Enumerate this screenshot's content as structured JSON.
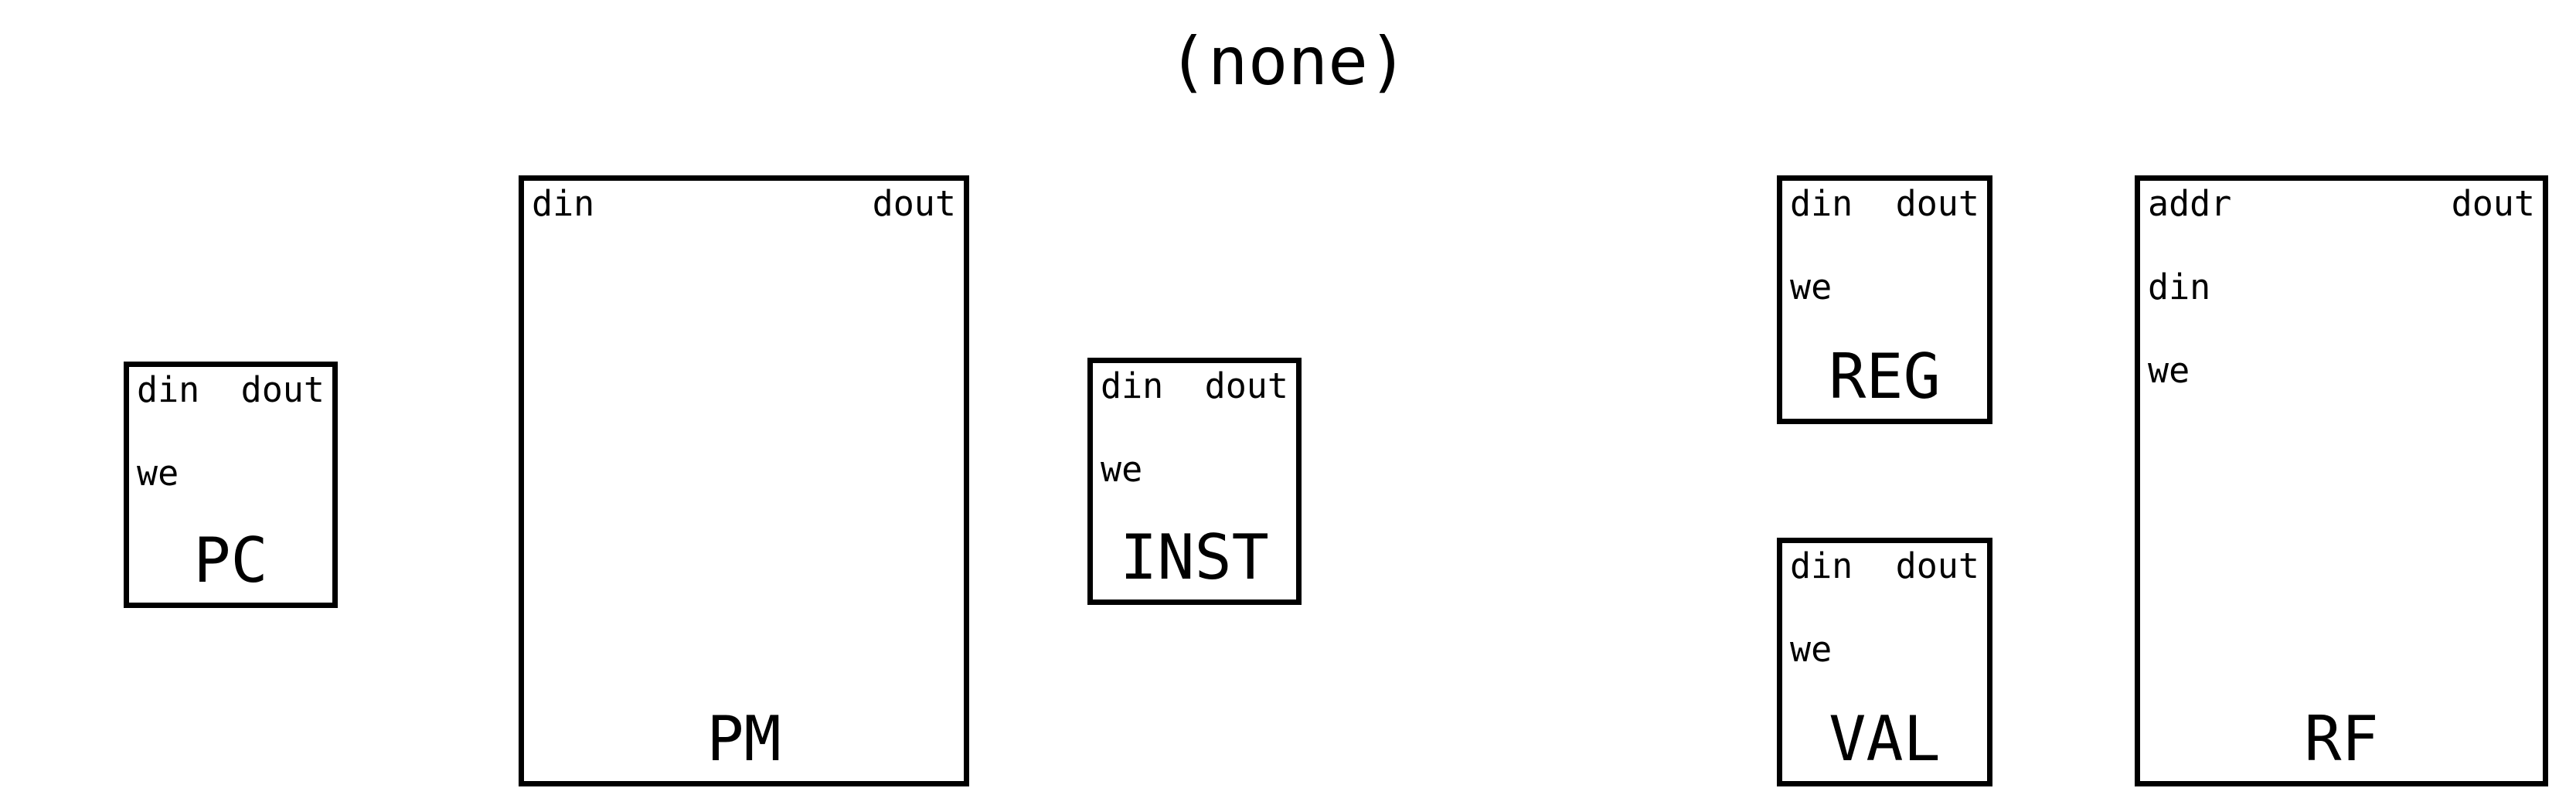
{
  "title": "(none)",
  "blocks": {
    "pc": {
      "name": "PC",
      "ports_left": [
        "din",
        "we"
      ],
      "ports_right": [
        "dout"
      ]
    },
    "pm": {
      "name": "PM",
      "ports_left": [
        "din"
      ],
      "ports_right": [
        "dout"
      ]
    },
    "inst": {
      "name": "INST",
      "ports_left": [
        "din",
        "we"
      ],
      "ports_right": [
        "dout"
      ]
    },
    "reg": {
      "name": "REG",
      "ports_left": [
        "din",
        "we"
      ],
      "ports_right": [
        "dout"
      ]
    },
    "val": {
      "name": "VAL",
      "ports_left": [
        "din",
        "we"
      ],
      "ports_right": [
        "dout"
      ]
    },
    "rf": {
      "name": "RF",
      "ports_left": [
        "addr",
        "din",
        "we"
      ],
      "ports_right": [
        "dout"
      ]
    }
  }
}
